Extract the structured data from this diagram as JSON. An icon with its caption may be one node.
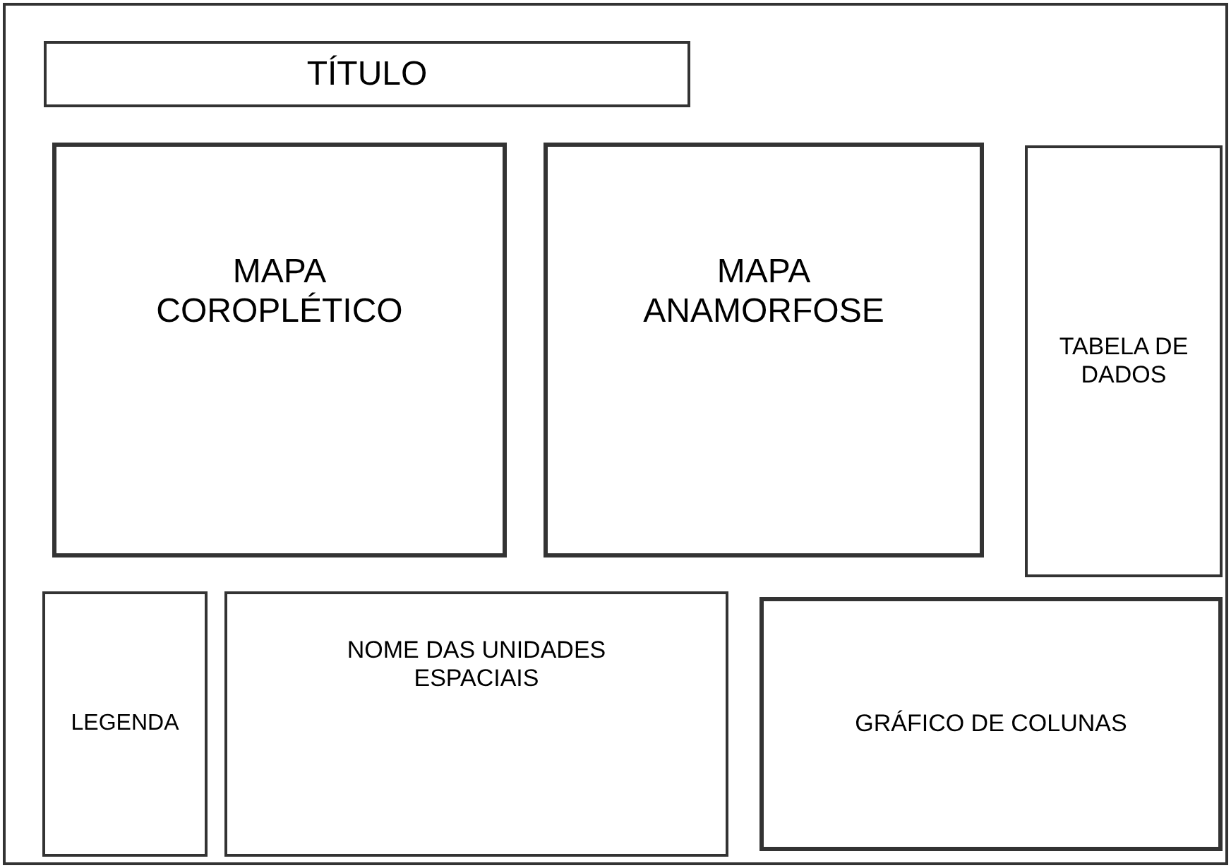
{
  "diagram": {
    "nodes": [
      {
        "text": [],
        "shape": "box"
      },
      {
        "text": [
          "TÍTULO"
        ],
        "in": 0
      },
      {
        "text": [
          "MAPA COROPLÉTICO"
        ],
        "in": 0
      },
      {
        "text": [
          "MAPA ANAMORFOSE"
        ],
        "in": 0
      },
      {
        "text": [
          "TABELA DE DADOS"
        ],
        "in": 0
      },
      {
        "text": [
          "LEGENDA"
        ],
        "in": 0
      },
      {
        "text": [
          "NOME DAS UNIDADES ESPACIAIS"
        ],
        "in": 0
      },
      {
        "text": [
          "GRÁFICO DE COLUNAS"
        ],
        "in": 0
      }
    ]
  }
}
